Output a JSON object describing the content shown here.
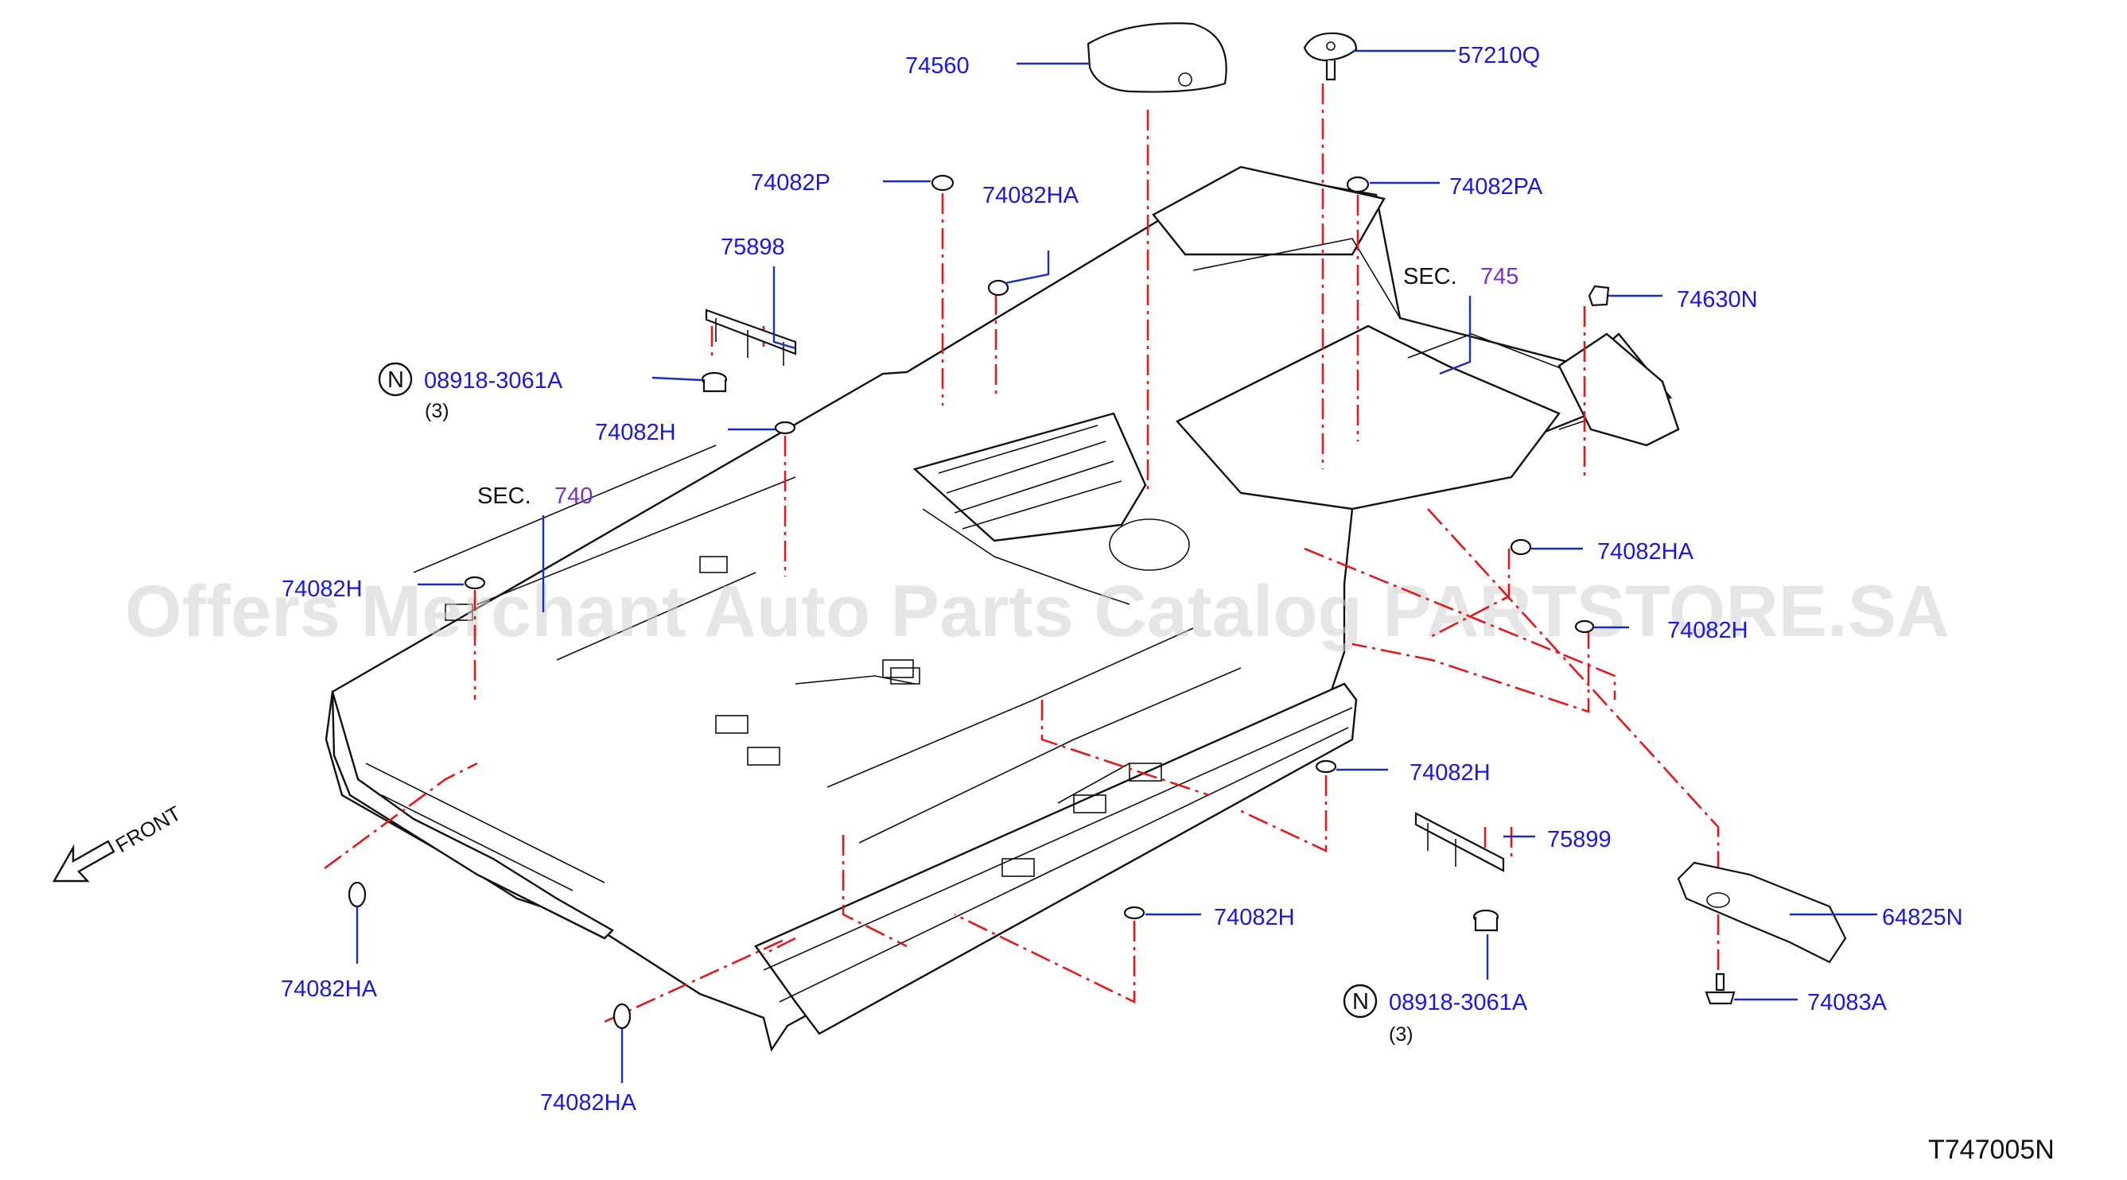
{
  "diagram_id": "T747005N",
  "watermark": "Offers Merchant Auto Parts Catalog PARTSTORE.SA",
  "front_label": "FRONT",
  "section_refs": [
    {
      "prefix": "SEC.",
      "number": "740"
    },
    {
      "prefix": "SEC.",
      "number": "745"
    }
  ],
  "callouts": [
    {
      "part": "74560"
    },
    {
      "part": "57210Q"
    },
    {
      "part": "74082P"
    },
    {
      "part": "74082HA"
    },
    {
      "part": "74082PA"
    },
    {
      "part": "75898"
    },
    {
      "part": "74630N"
    },
    {
      "part": "08918-3061A",
      "badge": "N",
      "qty": "(3)"
    },
    {
      "part": "74082H"
    },
    {
      "part": "74082HA"
    },
    {
      "part": "74082H"
    },
    {
      "part": "74082H"
    },
    {
      "part": "74082H"
    },
    {
      "part": "75899"
    },
    {
      "part": "64825N"
    },
    {
      "part": "74082H"
    },
    {
      "part": "74082HA"
    },
    {
      "part": "08918-3061A",
      "badge": "N",
      "qty": "(3)"
    },
    {
      "part": "74083A"
    },
    {
      "part": "74082HA"
    }
  ],
  "colors": {
    "label": "#1a1ad6",
    "leader": "#1a2fb8",
    "dash": "#e0191b",
    "section_number": "#7a2fd0",
    "outline": "#111111"
  }
}
